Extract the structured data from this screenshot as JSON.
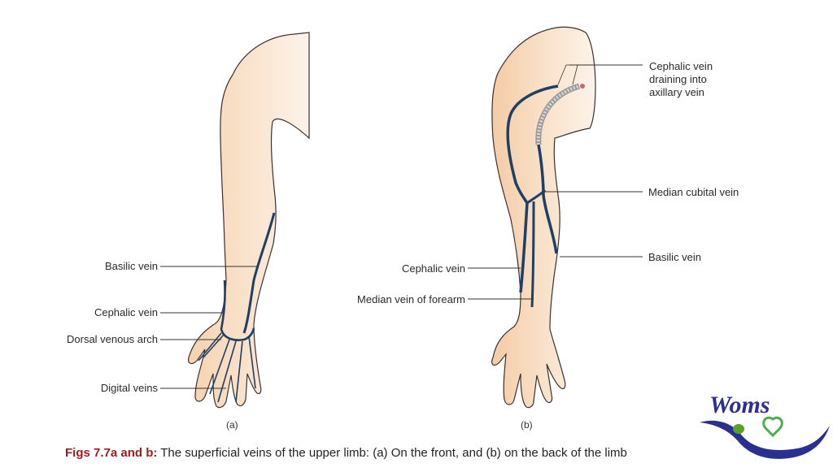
{
  "figure_a": {
    "sublabel": "(a)",
    "labels": [
      {
        "text": "Basilic vein"
      },
      {
        "text": "Cephalic vein"
      },
      {
        "text": "Dorsal venous arch"
      },
      {
        "text": "Digital veins"
      }
    ]
  },
  "figure_b": {
    "sublabel": "(b)",
    "labels": [
      {
        "text": "Cephalic vein\ndraining into\naxillary vein"
      },
      {
        "text": "Median cubital vein"
      },
      {
        "text": "Basilic vein"
      },
      {
        "text": "Cephalic vein"
      },
      {
        "text": "Median vein of forearm"
      }
    ]
  },
  "caption": {
    "number": "Figs 7.7a and b:",
    "text": " The superficial veins of the upper limb: (a) On the front, and (b) on the back of the limb"
  },
  "watermark": {
    "text": "Woms",
    "color": "#2b2f8f",
    "accent": "#4caf50"
  },
  "colors": {
    "skin": "#f8dcc0",
    "vein": "#1e3f66",
    "outline": "#3a3030",
    "caption_number": "#9b1c1c"
  }
}
